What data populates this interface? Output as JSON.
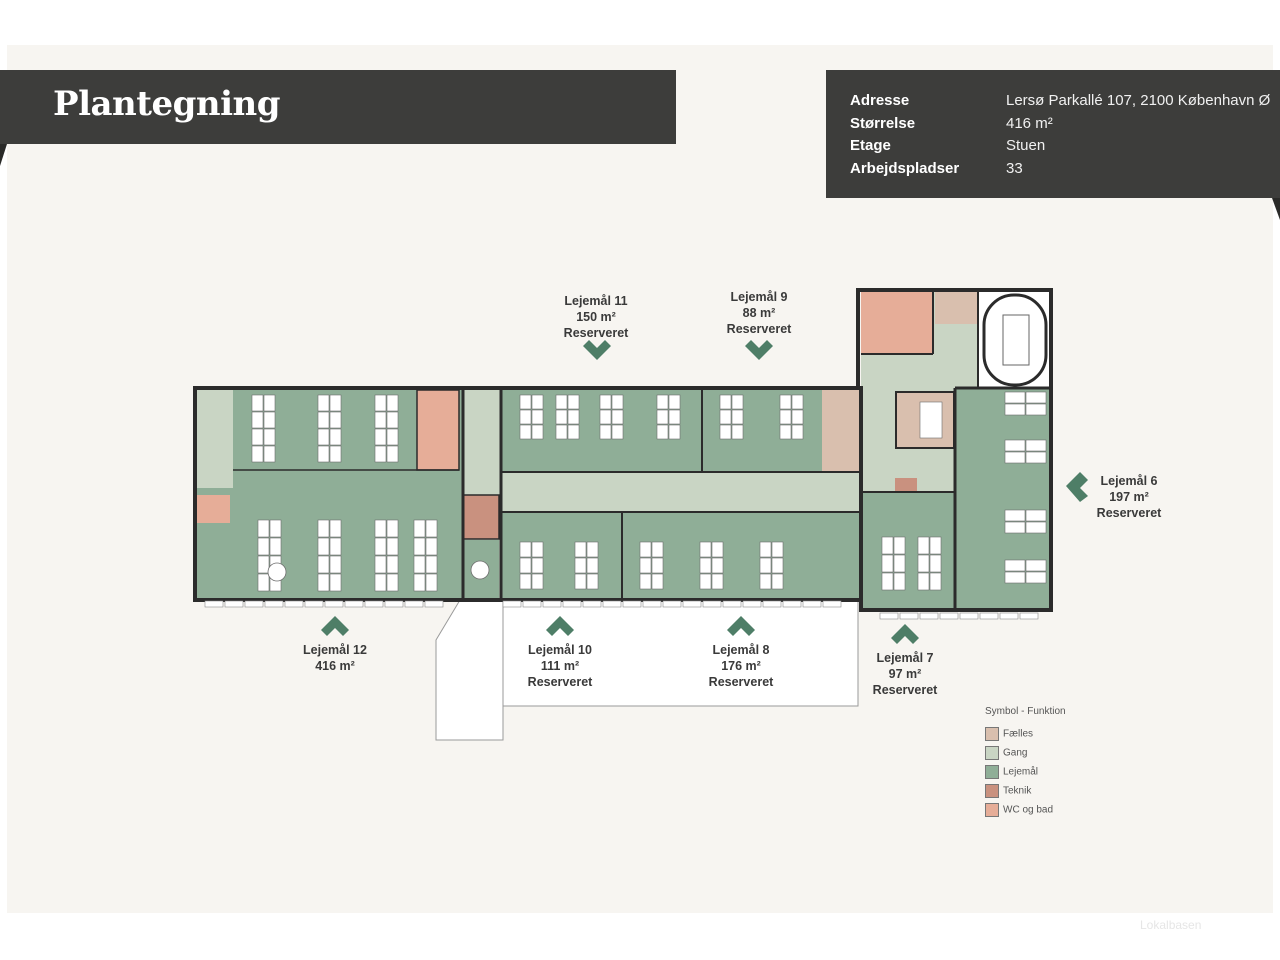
{
  "header": {
    "title": "Plantegning"
  },
  "info": [
    {
      "key": "Adresse",
      "value": "Lersø Parkallé 107, 2100 København Ø"
    },
    {
      "key": "Størrelse",
      "value": "416 m²"
    },
    {
      "key": "Etage",
      "value": "Stuen"
    },
    {
      "key": "Arbejdspladser",
      "value": "33"
    }
  ],
  "units": {
    "u11": {
      "name": "Lejemål 11",
      "area": "150 m²",
      "status": "Reserveret"
    },
    "u9": {
      "name": "Lejemål 9",
      "area": "88 m²",
      "status": "Reserveret"
    },
    "u6": {
      "name": "Lejemål 6",
      "area": "197 m²",
      "status": "Reserveret"
    },
    "u12": {
      "name": "Lejemål 12",
      "area": "416 m²"
    },
    "u10": {
      "name": "Lejemål 10",
      "area": "111 m²",
      "status": "Reserveret"
    },
    "u8": {
      "name": "Lejemål 8",
      "area": "176 m²",
      "status": "Reserveret"
    },
    "u7": {
      "name": "Lejemål 7",
      "area": "97 m²",
      "status": "Reserveret"
    }
  },
  "legend": {
    "title": "Symbol - Funktion",
    "items": [
      {
        "label": "Fælles",
        "color": "#d9bfae"
      },
      {
        "label": "Gang",
        "color": "#c9d5c4"
      },
      {
        "label": "Lejemål",
        "color": "#8fae97"
      },
      {
        "label": "Teknik",
        "color": "#c9917f"
      },
      {
        "label": "WC og bad",
        "color": "#e6ad98"
      }
    ]
  },
  "colors": {
    "tenant": "#8fae97",
    "corridor": "#c9d5c4",
    "common": "#d9bfae",
    "technical": "#c9917f",
    "wc": "#e6ad98",
    "marker": "#4e7e67",
    "wall": "#2b2b2b"
  },
  "watermark": "Lokalbasen"
}
